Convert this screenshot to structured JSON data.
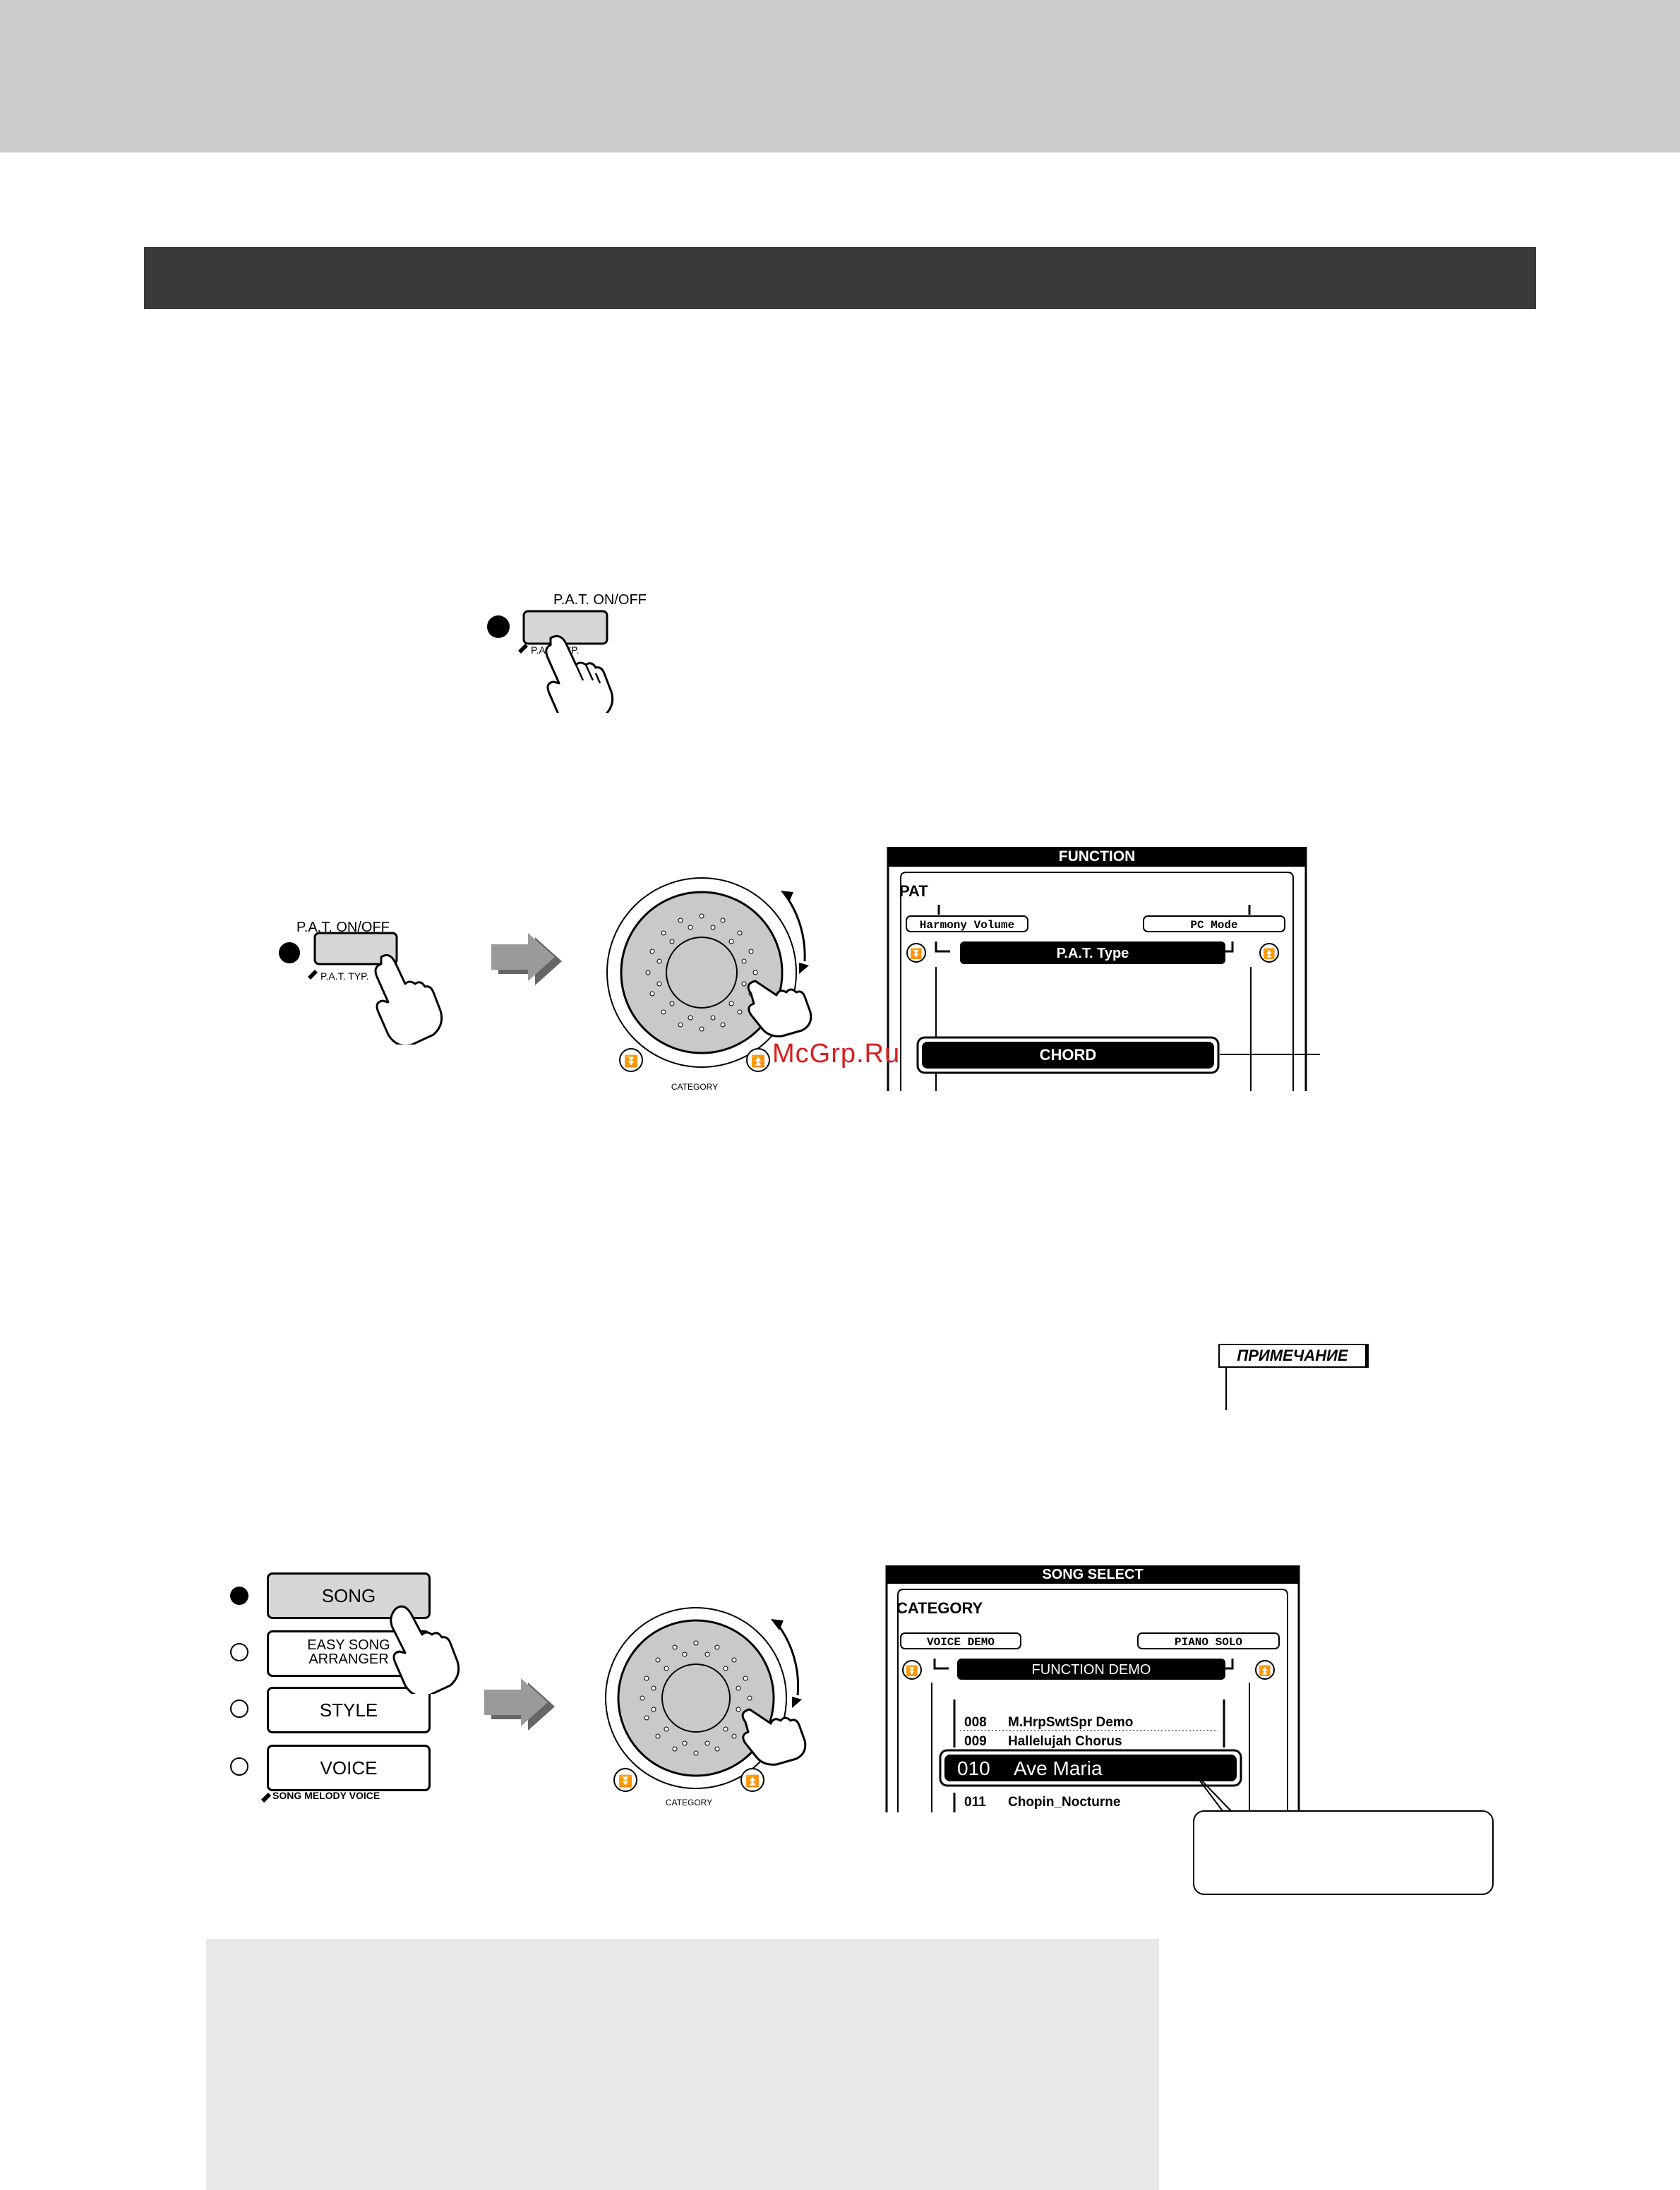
{
  "watermark": "McGrp.Ru",
  "note_label": "ПРИМЕЧАНИЕ",
  "buttons": {
    "pat_on_off": "P.A.T. ON/OFF",
    "pat_type": "P.A.T. TYP.",
    "song": "SONG",
    "easy_song_line1": "EASY SONG",
    "easy_song_line2": "ARRANGER",
    "style": "STYLE",
    "voice": "VOICE",
    "voice_sub": "SONG MELODY VOICE",
    "category": "CATEGORY"
  },
  "function_display": {
    "header": "FUNCTION",
    "section": "PAT",
    "prev": "Harmony Volume",
    "next": "PC Mode",
    "selected": "P.A.T. Type",
    "value": "CHORD"
  },
  "song_display": {
    "header": "SONG SELECT",
    "section": "CATEGORY",
    "prev": "VOICE DEMO",
    "next": "PIANO SOLO",
    "selected": "FUNCTION DEMO",
    "rows": [
      {
        "num": "008",
        "title": "M.HrpSwtSpr Demo"
      },
      {
        "num": "009",
        "title": "Hallelujah Chorus"
      }
    ],
    "current": {
      "num": "010",
      "title": "Ave Maria"
    },
    "after": {
      "num": "011",
      "title": "Chopin_Nocturne"
    }
  },
  "colors": {
    "band": "#cccccc",
    "title_bar": "#3a3a3a",
    "note_box": "#e8e8e8",
    "watermark": "#d91e1e"
  }
}
